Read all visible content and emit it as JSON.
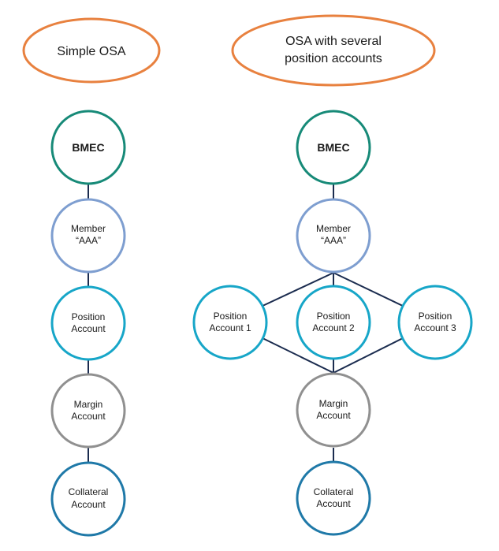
{
  "titles": {
    "simple": "Simple OSA",
    "several_line1": "OSA with several",
    "several_line2": "position accounts"
  },
  "simple_osa": {
    "bmec": "BMEC",
    "member_line1": "Member",
    "member_line2": "“AAA”",
    "position_line1": "Position",
    "position_line2": "Account",
    "margin_line1": "Margin",
    "margin_line2": "Account",
    "collateral_line1": "Collateral",
    "collateral_line2": "Account"
  },
  "several_osa": {
    "bmec": "BMEC",
    "member_line1": "Member",
    "member_line2": "“AAA”",
    "position1_line1": "Position",
    "position1_line2": "Account 1",
    "position2_line1": "Position",
    "position2_line2": "Account 2",
    "position3_line1": "Position",
    "position3_line2": "Account 3",
    "margin_line1": "Margin",
    "margin_line2": "Account",
    "collateral_line1": "Collateral",
    "collateral_line2": "Account"
  },
  "colors": {
    "title_ellipse": "#e8813f",
    "bmec": "#178a78",
    "member": "#7e9ed0",
    "position": "#17a6c8",
    "margin": "#909090",
    "collateral": "#1f79a8",
    "connector": "#1b2c4f"
  }
}
